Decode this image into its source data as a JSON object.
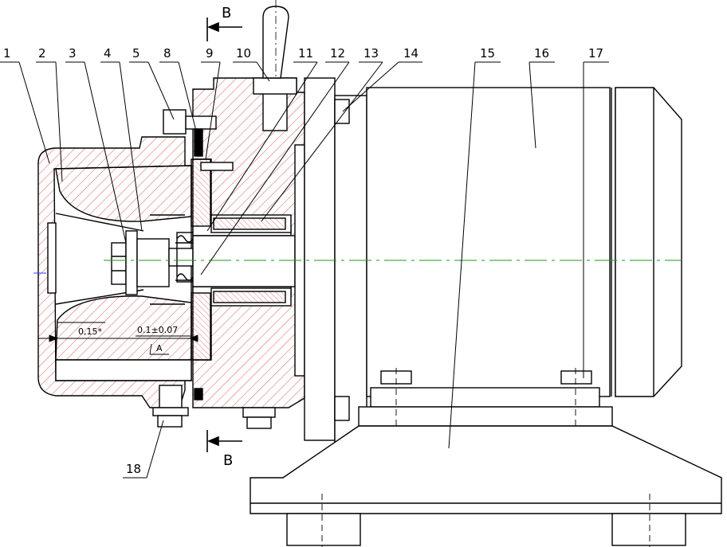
{
  "labels": {
    "p1": "1",
    "p2": "2",
    "p3": "3",
    "p4": "4",
    "p5": "5",
    "p8": "8",
    "p9": "9",
    "p10": "10",
    "p11": "11",
    "p12": "12",
    "p13": "13",
    "p14": "14",
    "p15": "15",
    "p16": "16",
    "p17": "17",
    "p18": "18"
  },
  "section_marks": {
    "top": "B",
    "bottom": "B"
  },
  "dimensions": {
    "gap_left": "0,15*",
    "gap_right": "0.1±0.07",
    "datum": "A"
  },
  "colors": {
    "hatch": "#e05a5a",
    "centerline": "#1a9a1a",
    "ink": "#000000",
    "axis_blue": "#3a3aff"
  }
}
